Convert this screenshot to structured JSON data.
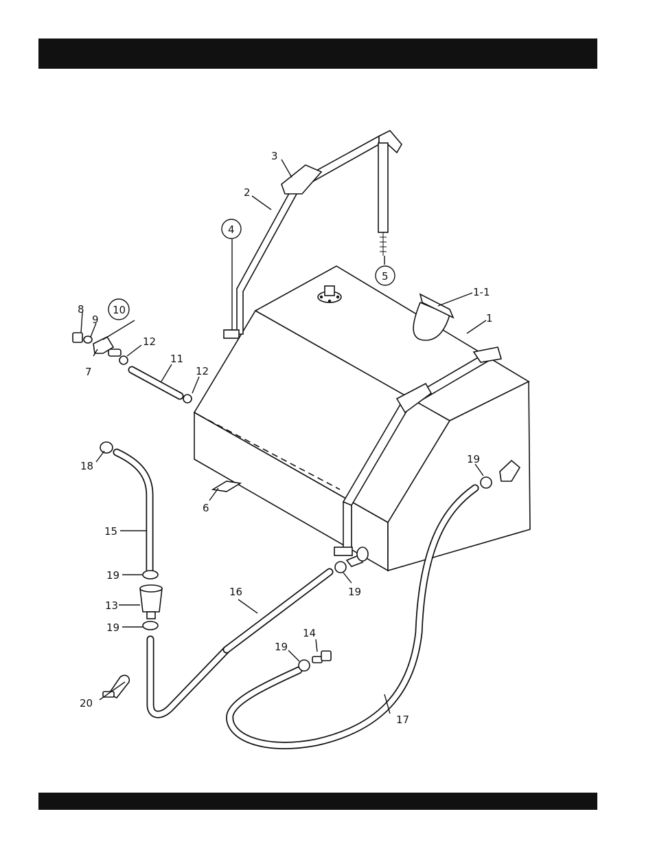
{
  "labels": {
    "l1": "1",
    "l1_1": "1-1",
    "l2": "2",
    "l3": "3",
    "l4": "4",
    "l5": "5",
    "l6": "6",
    "l7": "7",
    "l8": "8",
    "l9": "9",
    "l10": "10",
    "l11": "11",
    "l12a": "12",
    "l12b": "12",
    "l13": "13",
    "l14": "14",
    "l15": "15",
    "l16": "16",
    "l17": "17",
    "l18": "18",
    "l19a": "19",
    "l19b": "19",
    "l19c": "19",
    "l19d": "19",
    "l19e": "19",
    "l20": "20"
  }
}
